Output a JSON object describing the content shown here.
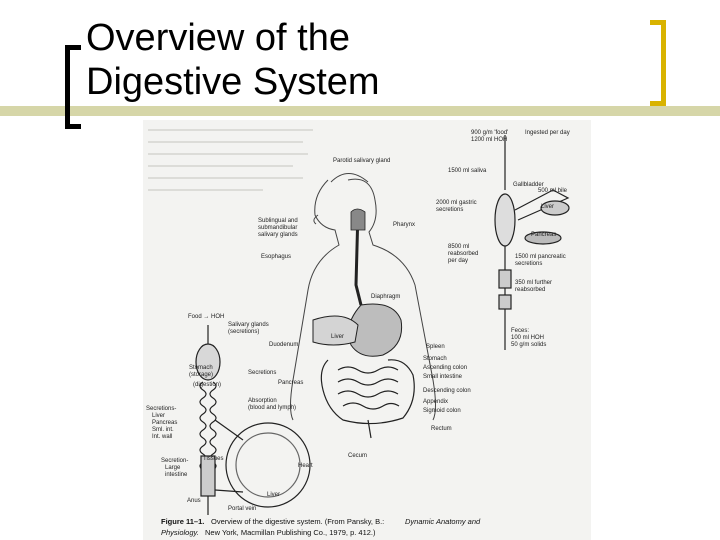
{
  "slide": {
    "title_line1": "Overview of the",
    "title_line2": "Digestive System"
  },
  "figure": {
    "right_labels": {
      "ingest": "900 g/m 'food'",
      "ingest2": "1200 ml HOH",
      "per_day": "Ingested per day",
      "parotid": "Parotid salivary gland",
      "saliva": "1500 ml saliva",
      "gallbladder": "Gallbladder",
      "bile": "500 ml bile",
      "liver": "Liver",
      "gastric": "2000 ml gastric",
      "gastric2": "secretions",
      "pharynx": "Pharynx",
      "pancreas": "Pancreas",
      "reabsorbed": "8500 ml",
      "reabsorbed2": "reabsorbed",
      "reabsorbed3": "per day",
      "pancreatic": "1500 ml pancreatic",
      "pancreatic2": "secretions",
      "further": "350 ml further",
      "further2": "reabsorbed",
      "diaphragm": "Diaphragm",
      "feces": "Feces:",
      "feces2": "100 ml HOH",
      "feces3": "50 g/m solids",
      "spleen": "Spleen",
      "stomach": "Stomach",
      "ascending": "Ascending colon",
      "small_intestine": "Small intestine",
      "descending": "Descending colon",
      "appendix": "Appendix",
      "sigmoid": "Sigmoid colon",
      "rectum": "Rectum",
      "cecum": "Cecum"
    },
    "left_labels": {
      "sublingual": "Sublingual and",
      "sublingual2": "submandibular",
      "sublingual3": "salivary glands",
      "esophagus": "Esophagus",
      "food": "Food → HOH",
      "salivary": "Salivary glands",
      "salivary2": "(secretions)",
      "duodenum": "Duodenum",
      "liver2": "Liver",
      "stomach2": "Stomach",
      "storage": "(storage)",
      "digestion": "(digestion)",
      "secretions": "Secretions",
      "pancreas2": "Pancreas",
      "absorption": "Absorption",
      "absorption2": "(blood and lymph)",
      "secretions_liver": "Secretions-",
      "liver3": "Liver",
      "pancreas3": "Pancreas",
      "sml_int": "Sml. int.",
      "int_wall": "Int. wall",
      "large_int": "Secretion-",
      "large_int2": "Large",
      "large_int3": "intestine",
      "tissues": "Tissues",
      "heart": "Heart",
      "liver4": "Liver",
      "portal": "Portal vein",
      "anus": "Anus"
    },
    "caption": {
      "figure_no": "Figure 11–1.",
      "text1": "Overview of the digestive system. (From Pansky, B.:",
      "italic1": "Dynamic Anatomy and",
      "italic2": "Physiology.",
      "text2": "New York, Macmillan Publishing Co., 1979, p. 412.)"
    }
  }
}
